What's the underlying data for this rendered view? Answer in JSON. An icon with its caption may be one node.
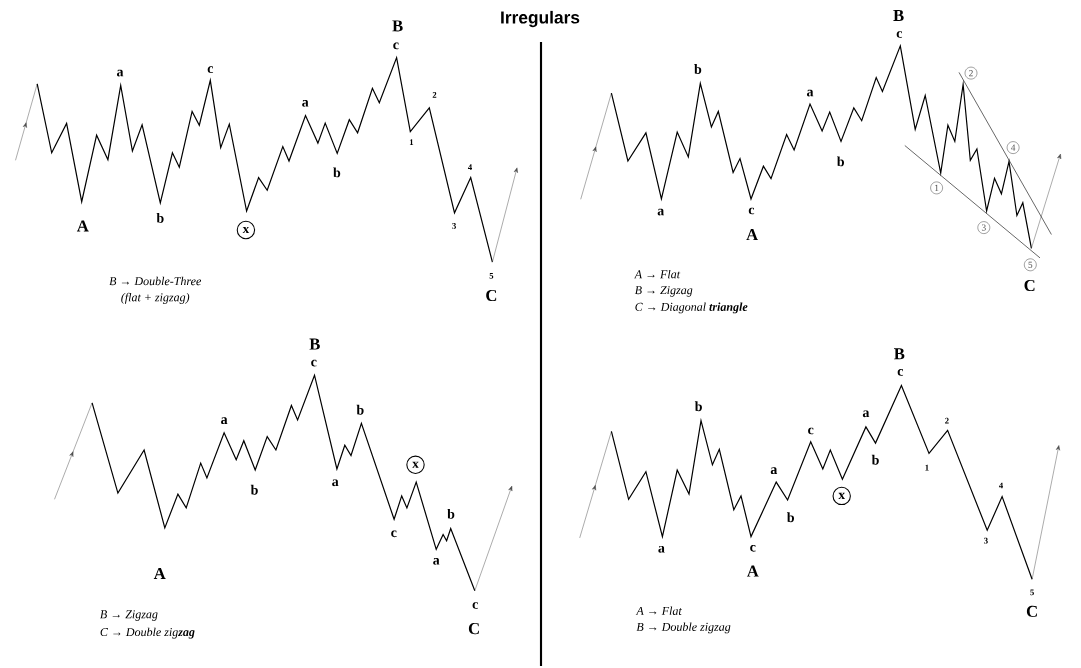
{
  "diagram": {
    "title": "Irregulars",
    "nodes": [
      {
        "text": [
          "x"
        ]
      },
      {
        "text": [
          "2"
        ]
      },
      {
        "text": [
          "4"
        ]
      },
      {
        "text": [
          "1"
        ]
      },
      {
        "text": [
          "3"
        ]
      },
      {
        "text": [
          "5"
        ]
      },
      {
        "text": [
          "x"
        ]
      },
      {
        "text": [
          "x"
        ]
      }
    ],
    "labels": [
      "A",
      "a",
      "b",
      "c",
      "a",
      "b",
      "B",
      "c",
      "2",
      "1",
      "4",
      "3",
      "5",
      "C",
      "B → Double-Three",
      "(flat + zigzag)",
      "a",
      "b",
      "c",
      "A",
      "a",
      "b",
      "B",
      "c",
      "C",
      "A → Flat",
      "B → Zigzag",
      "C → Diagonal **triangle**",
      "A",
      "a",
      "b",
      "B",
      "c",
      "a",
      "b",
      "c",
      "a",
      "b",
      "c",
      "C",
      "B → Zigzag",
      "C → Double zig**zag**",
      "a",
      "b",
      "c",
      "A",
      "a",
      "b",
      "c",
      "a",
      "b",
      "B",
      "c",
      "2",
      "1",
      "4",
      "3",
      "5",
      "C",
      "A → Flat",
      "B → Double zigzag"
    ]
  }
}
